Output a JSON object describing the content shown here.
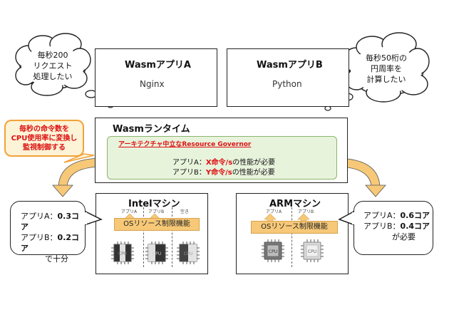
{
  "thought_left": [
    "毎秒200",
    "リクエスト",
    "処理したい"
  ],
  "thought_right": [
    "毎秒50桁の",
    "円周率を",
    "計算したい"
  ],
  "app_a": {
    "title": "WasmアプリA",
    "sub": "Nginx"
  },
  "app_b": {
    "title": "WasmアプリB",
    "sub": "Python"
  },
  "runtime": {
    "title": "Wasmランタイム",
    "governor": "アーキテクチャ中立なResource Governor",
    "line_a_pre": "アプリA：",
    "line_a_em": "X命令/s",
    "line_a_post": "の性能が必要",
    "line_b_pre": "アプリB：",
    "line_b_em": "Y命令/s",
    "line_b_post": "の性能が必要"
  },
  "callout": [
    "毎秒の命令数を",
    "CPU使用率に変換し",
    "監視制御する"
  ],
  "intel": {
    "title": "Intelマシン",
    "labels": [
      "アプリA",
      "アプリB",
      "空き"
    ],
    "os_label": "OSリソース制限機能"
  },
  "arm": {
    "title": "ARMマシン",
    "labels": [
      "アプリA",
      "アプリB"
    ],
    "os_label": "OSリソース制限機能"
  },
  "intel_bubble": {
    "line1_pre": "アプリA：",
    "line1_em": "0.3コア",
    "line2_pre": "アプリB：",
    "line2_em": "0.2コア",
    "line3": "で十分"
  },
  "arm_bubble": {
    "line1_pre": "アプリA：",
    "line1_em": "0.6コア",
    "line2_pre": "アプリB：",
    "line2_em": "0.4コア",
    "line3": "が必要"
  },
  "chip_text": "CPU",
  "colors": {
    "red": "#dd1111",
    "orange": "#f2a23a",
    "green_fill": "#e8f3dc",
    "os_bar": "#f6c877"
  }
}
